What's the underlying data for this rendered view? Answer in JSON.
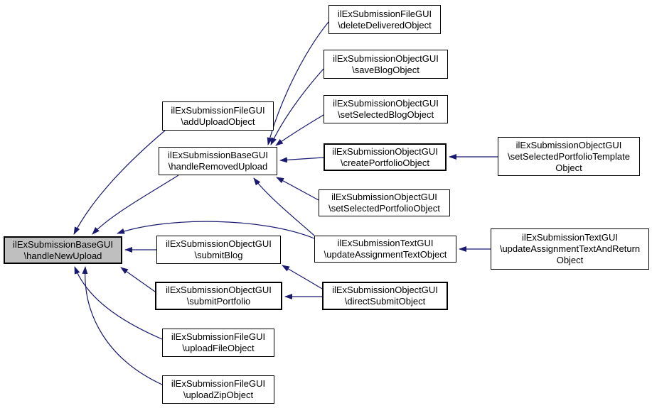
{
  "diagram": {
    "type": "caller-graph",
    "colors": {
      "background": "#ffffff",
      "edge": "#191970",
      "node_border": "#000000",
      "node_fill": "#ffffff",
      "highlight_fill": "#bfbfbf"
    },
    "nodes": {
      "handleNewUpload": {
        "label": "ilExSubmissionBaseGUI\n\\handleNewUpload",
        "highlighted": true
      },
      "addUploadObject": {
        "label": "ilExSubmissionFileGUI\n\\addUploadObject"
      },
      "handleRemovedUpload": {
        "label": "ilExSubmissionBaseGUI\n\\handleRemovedUpload"
      },
      "deleteDeliveredObject": {
        "label": "ilExSubmissionFileGUI\n\\deleteDeliveredObject"
      },
      "saveBlogObject": {
        "label": "ilExSubmissionObjectGUI\n\\saveBlogObject"
      },
      "setSelectedBlogObject": {
        "label": "ilExSubmissionObjectGUI\n\\setSelectedBlogObject"
      },
      "createPortfolioObject": {
        "label": "ilExSubmissionObjectGUI\n\\createPortfolioObject"
      },
      "setSelectedPortfolioObject": {
        "label": "ilExSubmissionObjectGUI\n\\setSelectedPortfolioObject"
      },
      "setSelectedPortfolioTemplateObject": {
        "label": "ilExSubmissionObjectGUI\n\\setSelectedPortfolioTemplate\nObject"
      },
      "updateAssignmentTextObject": {
        "label": "ilExSubmissionTextGUI\n\\updateAssignmentTextObject"
      },
      "updateAssignmentTextAndReturnObject": {
        "label": "ilExSubmissionTextGUI\n\\updateAssignmentTextAndReturn\nObject"
      },
      "submitBlog": {
        "label": "ilExSubmissionObjectGUI\n\\submitBlog"
      },
      "submitPortfolio": {
        "label": "ilExSubmissionObjectGUI\n\\submitPortfolio"
      },
      "directSubmitObject": {
        "label": "ilExSubmissionObjectGUI\n\\directSubmitObject"
      },
      "uploadFileObject": {
        "label": "ilExSubmissionFileGUI\n\\uploadFileObject"
      },
      "uploadZipObject": {
        "label": "ilExSubmissionFileGUI\n\\uploadZipObject"
      }
    },
    "edges": [
      {
        "from": "addUploadObject",
        "to": "handleNewUpload"
      },
      {
        "from": "handleRemovedUpload",
        "to": "handleNewUpload"
      },
      {
        "from": "updateAssignmentTextObject",
        "to": "handleNewUpload"
      },
      {
        "from": "submitBlog",
        "to": "handleNewUpload"
      },
      {
        "from": "submitPortfolio",
        "to": "handleNewUpload"
      },
      {
        "from": "uploadFileObject",
        "to": "handleNewUpload"
      },
      {
        "from": "uploadZipObject",
        "to": "handleNewUpload"
      },
      {
        "from": "deleteDeliveredObject",
        "to": "handleRemovedUpload"
      },
      {
        "from": "saveBlogObject",
        "to": "handleRemovedUpload"
      },
      {
        "from": "setSelectedBlogObject",
        "to": "handleRemovedUpload"
      },
      {
        "from": "createPortfolioObject",
        "to": "handleRemovedUpload"
      },
      {
        "from": "setSelectedPortfolioObject",
        "to": "handleRemovedUpload"
      },
      {
        "from": "updateAssignmentTextObject",
        "to": "handleRemovedUpload"
      },
      {
        "from": "setSelectedPortfolioTemplateObject",
        "to": "createPortfolioObject"
      },
      {
        "from": "updateAssignmentTextAndReturnObject",
        "to": "updateAssignmentTextObject"
      },
      {
        "from": "directSubmitObject",
        "to": "submitBlog"
      },
      {
        "from": "directSubmitObject",
        "to": "submitPortfolio"
      }
    ]
  }
}
